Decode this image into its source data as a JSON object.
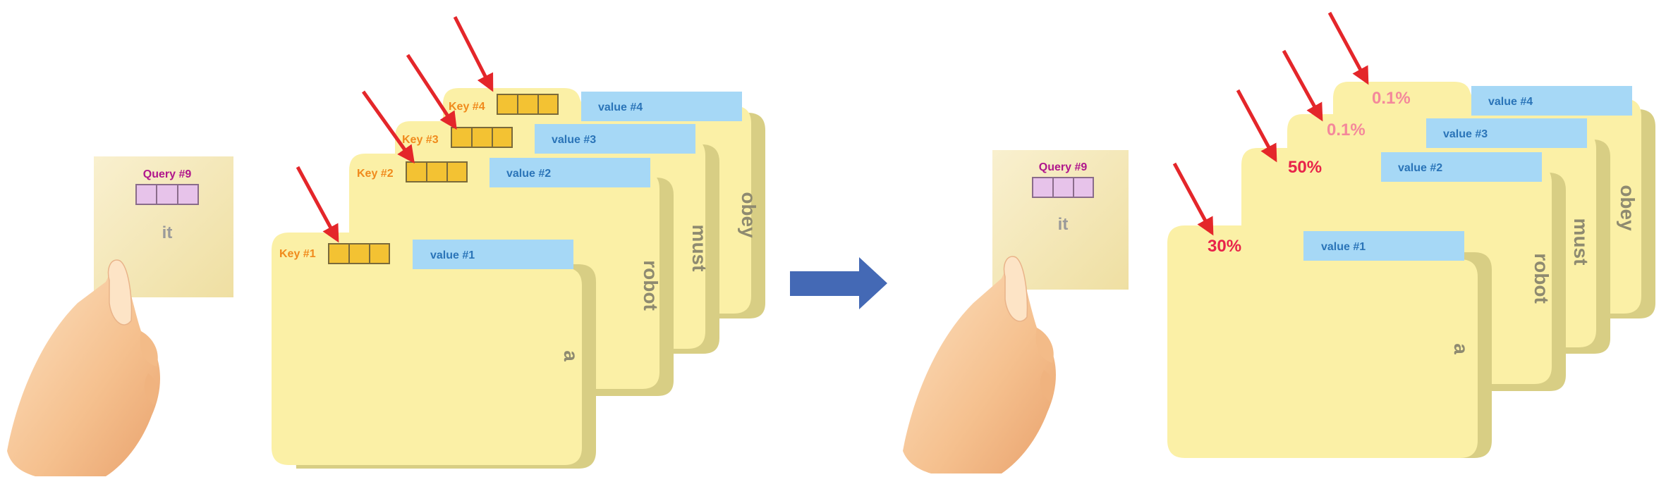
{
  "left_panel": {
    "query_card": {
      "label": "Query #9",
      "word": "it"
    },
    "folders": [
      {
        "key_label": "Key #1",
        "value_label": "value #1",
        "word": "a"
      },
      {
        "key_label": "Key #2",
        "value_label": "value #2",
        "word": "robot"
      },
      {
        "key_label": "Key #3",
        "value_label": "value #3",
        "word": "must"
      },
      {
        "key_label": "Key #4",
        "value_label": "value #4",
        "word": "obey"
      }
    ]
  },
  "right_panel": {
    "query_card": {
      "label": "Query #9",
      "word": "it"
    },
    "folders": [
      {
        "score": "30%",
        "value_label": "value #1",
        "word": "a"
      },
      {
        "score": "50%",
        "value_label": "value #2",
        "word": "robot"
      },
      {
        "score": "0.1%",
        "value_label": "value #3",
        "word": "must"
      },
      {
        "score": "0.1%",
        "value_label": "value #4",
        "word": "obey"
      }
    ]
  },
  "transition_arrow": "arrow-right-icon",
  "colors": {
    "folder_fill": "#fbf0a6",
    "folder_shadow": "#d8ce84",
    "value_tab": "#a6d8f6",
    "value_text": "#2a74b8",
    "key_text": "#f08a1c",
    "key_box": "#f3c233",
    "query_text": "#b0168c",
    "query_box": "#e7c3ea",
    "pointer_arrow": "#e4262a",
    "score_strong": "#e8234a",
    "score_weak": "#f4889b",
    "big_arrow": "#4469b5"
  }
}
